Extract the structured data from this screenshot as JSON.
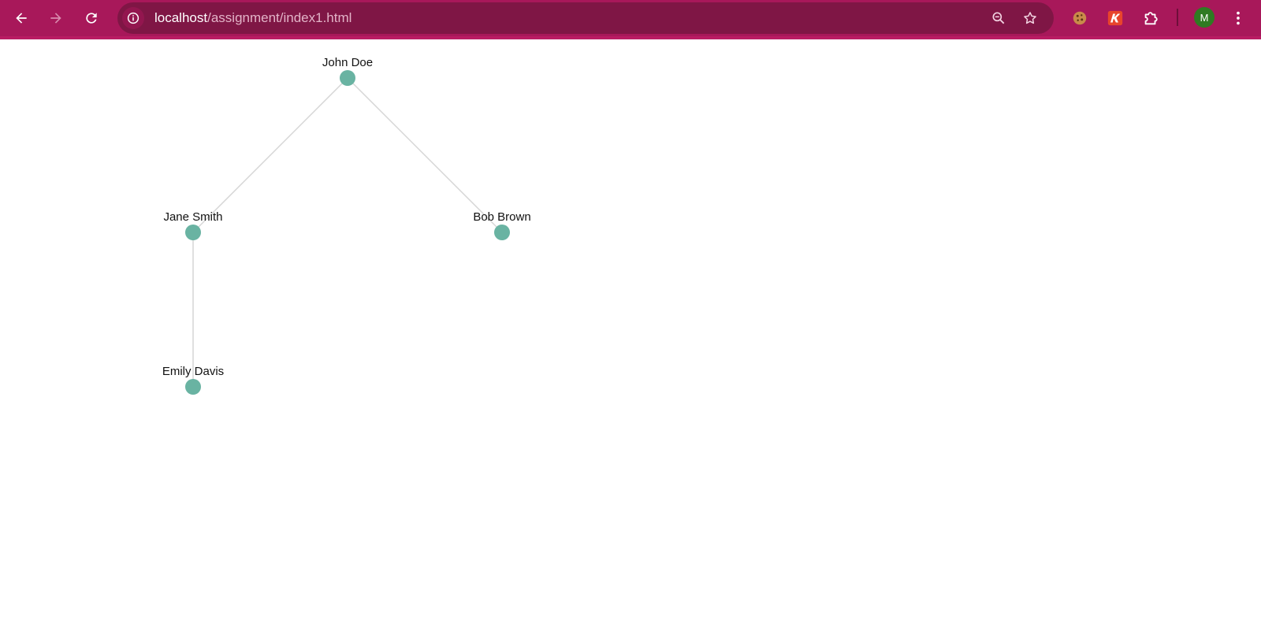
{
  "browser": {
    "url_host": "localhost",
    "url_path": "/assignment/index1.html",
    "profile_initial": "M",
    "icons": {
      "back": "arrow-left-icon",
      "forward": "arrow-right-icon",
      "reload": "reload-icon",
      "site_info": "info-icon",
      "zoom": "zoom-out-icon",
      "bookmark": "star-icon",
      "cookie_ext": "cookie-icon",
      "k_ext": "k-extension-icon",
      "extensions": "puzzle-icon",
      "menu": "kebab-menu-icon"
    },
    "colors": {
      "toolbar": "#a8185a",
      "omnibox": "#7f1645",
      "avatar": "#2f7a22"
    }
  },
  "tree": {
    "node_color": "#69b3a2",
    "link_color": "#d6d6d6",
    "nodes": [
      {
        "id": "john",
        "name": "John Doe",
        "parent": null
      },
      {
        "id": "jane",
        "name": "Jane Smith",
        "parent": "john"
      },
      {
        "id": "bob",
        "name": "Bob Brown",
        "parent": "john"
      },
      {
        "id": "emily",
        "name": "Emily Davis",
        "parent": "jane"
      }
    ]
  }
}
